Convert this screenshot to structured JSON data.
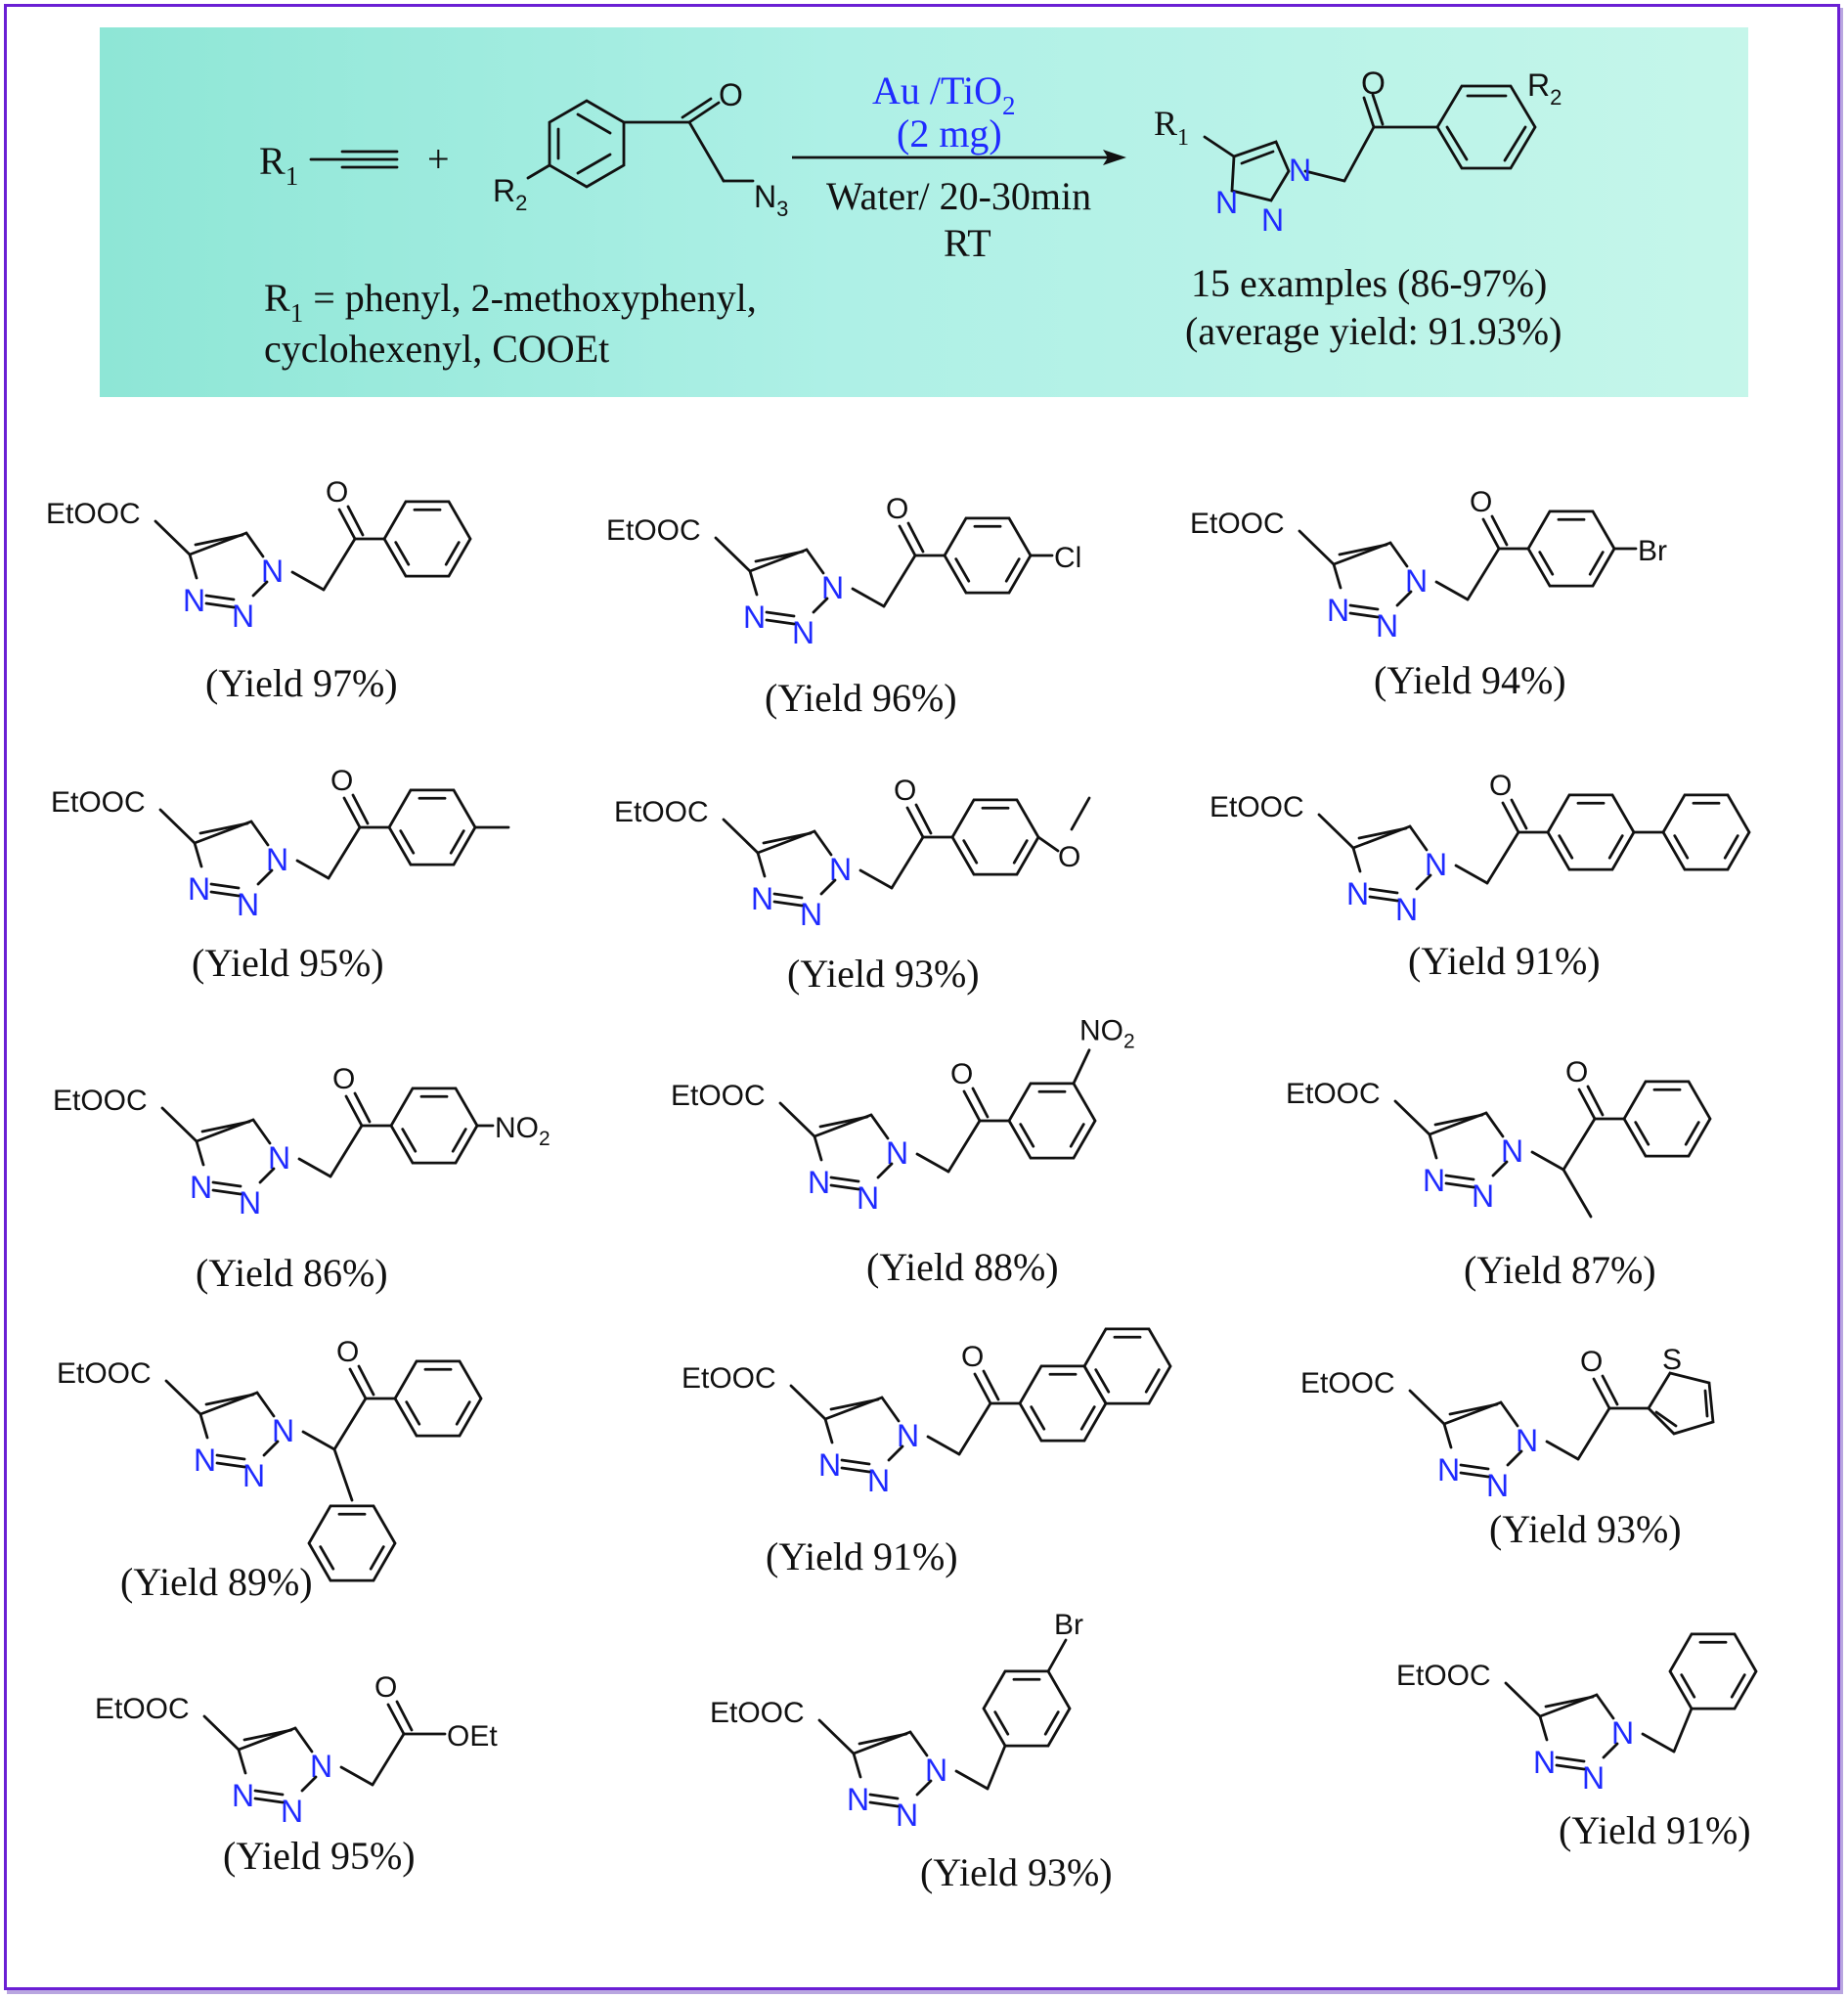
{
  "scheme": {
    "reactant_r1": "R",
    "reactant_r1_sub": "1",
    "plus": "+",
    "reactant_r2": "R",
    "reactant_r2_sub": "2",
    "azide_n": "N",
    "azide_sub": "3",
    "catalyst_line1": "Au /TiO",
    "catalyst_line1_sub": "2",
    "catalyst_line2": "(2 mg)",
    "conditions_line1": "Water/ 20-30min",
    "conditions_line2": "RT",
    "r1_def_line1_prefix": "R",
    "r1_def_line1_sub": "1",
    "r1_def_line1_text": " = phenyl, 2-methoxyphenyl,",
    "r1_def_line2": "cyclohexenyl, COOEt",
    "product_r1": "R",
    "product_r1_sub": "1",
    "product_r2": "R",
    "product_r2_sub": "2",
    "examples": "15 examples (86-97%)",
    "average": "(average yield: 91.93%)",
    "o_label": "O",
    "n_label": "N"
  },
  "colors": {
    "frame": "#6a1fd4",
    "banner_start": "#8ee6d6",
    "banner_end": "#c5f6ea",
    "nitrogen": "#1f2bff",
    "catalyst": "#1f2bff",
    "bond": "#111111"
  },
  "labels": {
    "ester": "EtOOC",
    "oxygen": "O",
    "nitrogen": "N",
    "chlorine": "Cl",
    "bromine": "Br",
    "sulfur": "S",
    "oet": "OEt",
    "nitro_prefix": "NO",
    "nitro_sub": "2"
  },
  "compounds": [
    {
      "id": "c1",
      "substituent": "phenyl",
      "yield": "(Yield 97%)"
    },
    {
      "id": "c2",
      "substituent": "4-chlorophenyl",
      "yield": "(Yield 96%)"
    },
    {
      "id": "c3",
      "substituent": "4-bromophenyl",
      "yield": "(Yield 94%)"
    },
    {
      "id": "c4",
      "substituent": "4-methylphenyl",
      "yield": "(Yield 95%)"
    },
    {
      "id": "c5",
      "substituent": "4-methoxyphenyl",
      "yield": "(Yield 93%)"
    },
    {
      "id": "c6",
      "substituent": "biphenyl",
      "yield": "(Yield 91%)"
    },
    {
      "id": "c7",
      "substituent": "4-nitrophenyl",
      "yield": "(Yield 86%)"
    },
    {
      "id": "c8",
      "substituent": "3-nitrophenyl",
      "yield": "(Yield 88%)"
    },
    {
      "id": "c9",
      "substituent": "alpha-methyl",
      "yield": "(Yield 87%)"
    },
    {
      "id": "c10",
      "substituent": "alpha-phenyl",
      "yield": "(Yield 89%)"
    },
    {
      "id": "c11",
      "substituent": "2-naphthyl",
      "yield": "(Yield 91%)"
    },
    {
      "id": "c12",
      "substituent": "2-thienyl",
      "yield": "(Yield 93%)"
    },
    {
      "id": "c13",
      "substituent": "ethyl ester",
      "yield": "(Yield 95%)"
    },
    {
      "id": "c14",
      "substituent": "4-bromobenzyl",
      "yield": "(Yield 93%)"
    },
    {
      "id": "c15",
      "substituent": "benzyl",
      "yield": "(Yield 91%)"
    }
  ]
}
